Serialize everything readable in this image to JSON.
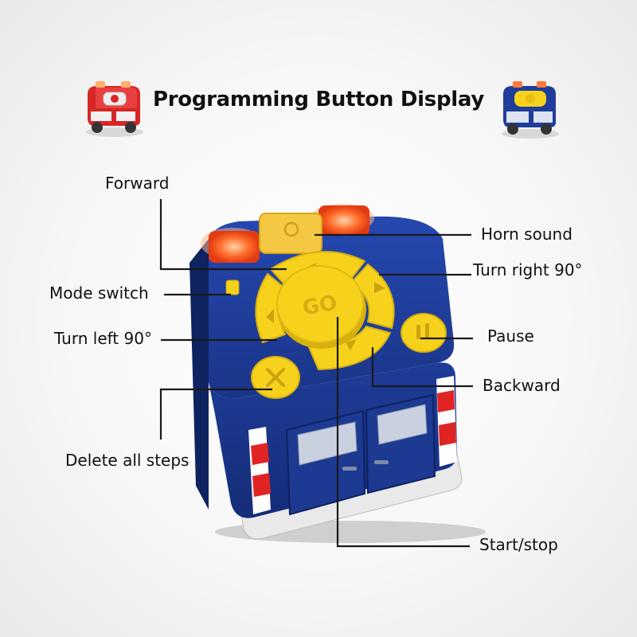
{
  "title": "Programming Button Display",
  "button_labels": {
    "go": "GO"
  },
  "callouts": {
    "forward": "Forward",
    "horn_sound": "Horn sound",
    "turn_right": "Turn right 90°",
    "mode_switch": "Mode switch",
    "turn_left": "Turn left 90°",
    "pause": "Pause",
    "backward": "Backward",
    "delete_all": "Delete all steps",
    "start_stop": "Start/stop"
  },
  "colors": {
    "truck_body": "#1f3d9a",
    "truck_dark": "#142a70",
    "buttons": "#f6d21d",
    "button_shadow": "#d7b00f",
    "light_red": "#ff5a1f",
    "light_glow": "#ffb07a",
    "horn_block": "#f4c842",
    "leader_line": "#1a1a1a"
  },
  "icons": [
    "red-toy-car-icon",
    "blue-toy-car-icon",
    "up-triangle-icon",
    "down-triangle-icon",
    "left-triangle-icon",
    "right-triangle-icon",
    "pause-icon",
    "cross-icon",
    "circle-icon"
  ]
}
